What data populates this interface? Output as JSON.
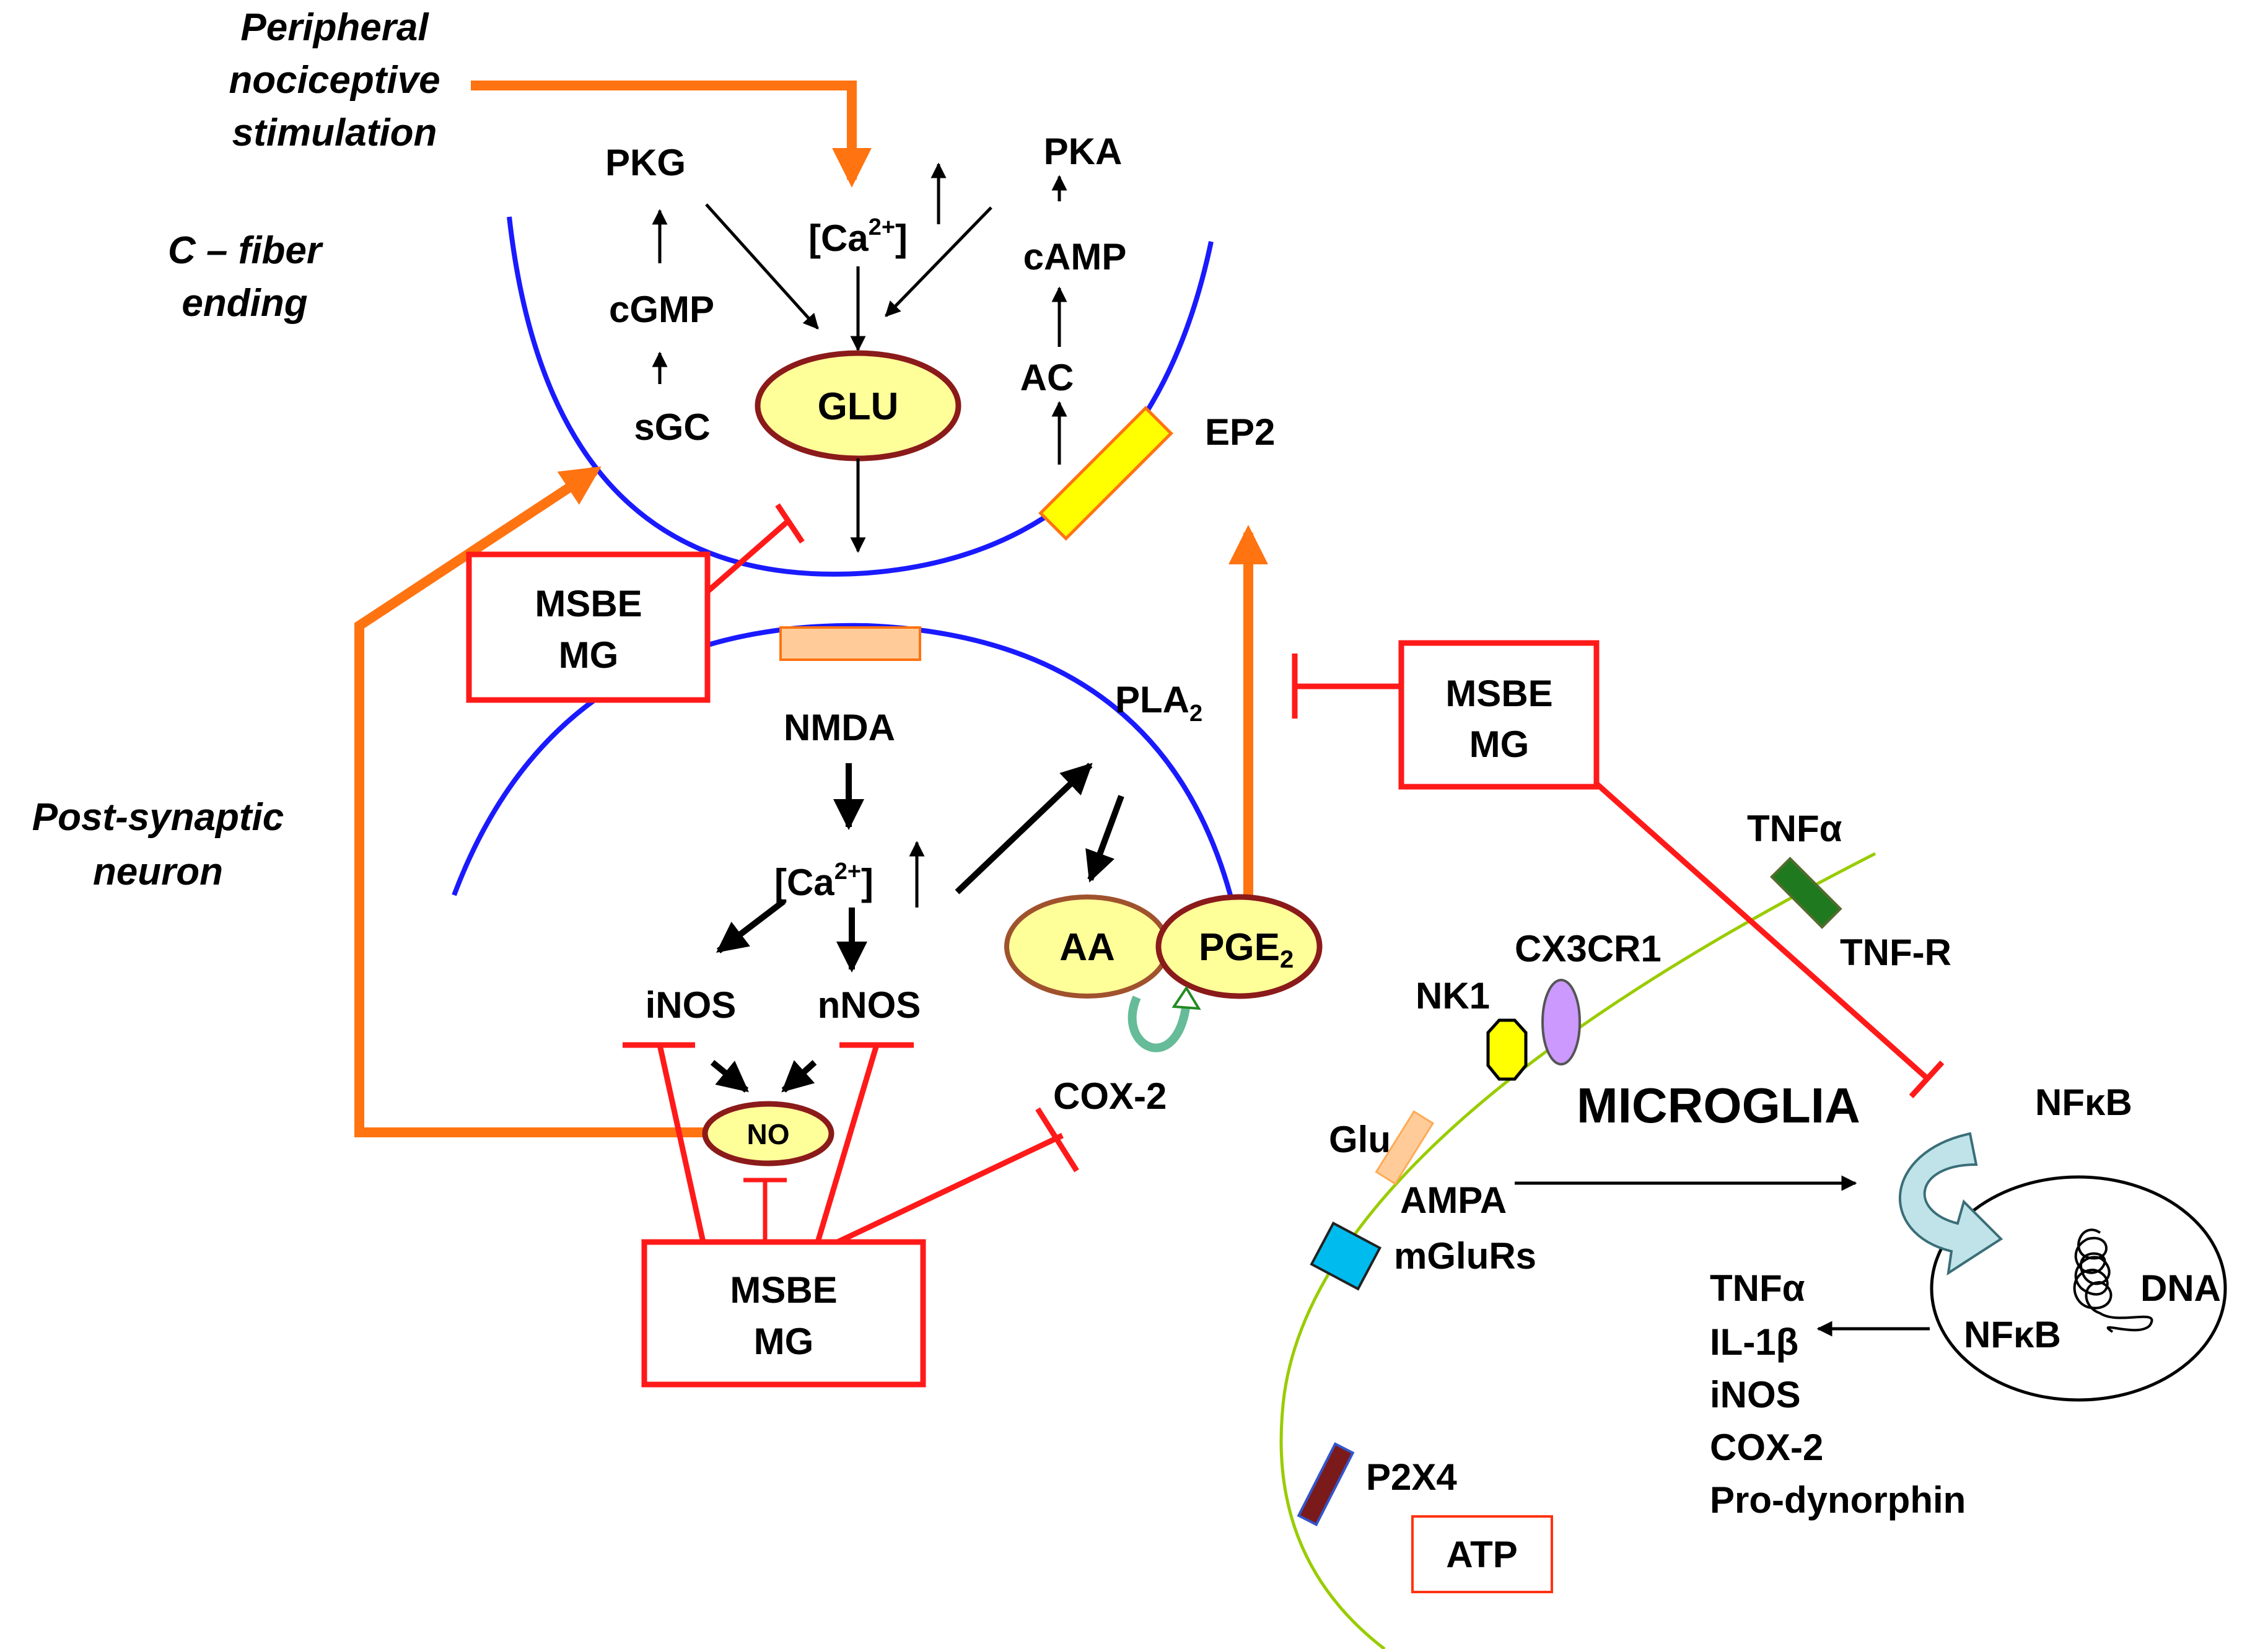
{
  "labels": {
    "peripheral_line1": "Peripheral",
    "peripheral_line2": "nociceptive",
    "peripheral_line3": "stimulation",
    "cfiber_line1": "C – fiber",
    "cfiber_line2": "ending",
    "postsyn_line1": "Post-synaptic",
    "postsyn_line2": "neuron",
    "pkg": "PKG",
    "cgmp": "cGMP",
    "sgc": "sGC",
    "ca_top": "[Ca",
    "ca_sup": "2+",
    "ca_close": "]",
    "glu": "GLU",
    "pka": "PKA",
    "camp": "cAMP",
    "ac": "AC",
    "ep2": "EP2",
    "nmda": "NMDA",
    "pla2": "PLA",
    "pla2_sub": "2",
    "inos": "iNOS",
    "nnos": "nNOS",
    "no": "NO",
    "aa": "AA",
    "pge2": "PGE",
    "pge2_sub": "2",
    "cox2": "COX-2",
    "msbe": "MSBE",
    "mg": "MG",
    "tnfa_membrane": "TNFα",
    "tnfr": "TNF-R",
    "cx3cr1": "CX3CR1",
    "nk1": "NK1",
    "microglia": "MICROGLIA",
    "nfkb_top": "NFκB",
    "glu_micro": "Glu",
    "ampa": "AMPA",
    "mglurs": "mGluRs",
    "dna": "DNA",
    "nfkb_nucleus": "NFκB",
    "p2x4": "P2X4",
    "atp": "ATP",
    "outputs": [
      "TNFα",
      "IL-1β",
      "iNOS",
      "COX-2",
      "Pro-dynorphin"
    ]
  },
  "colors": {
    "membrane_neuron": "#1a1aff",
    "membrane_microglia": "#99cc00",
    "inhibition": "#ff1a1a",
    "pathway_orange": "#ff7311",
    "node_fill": "#ffff99",
    "node_stroke": "#8b1a1a"
  }
}
